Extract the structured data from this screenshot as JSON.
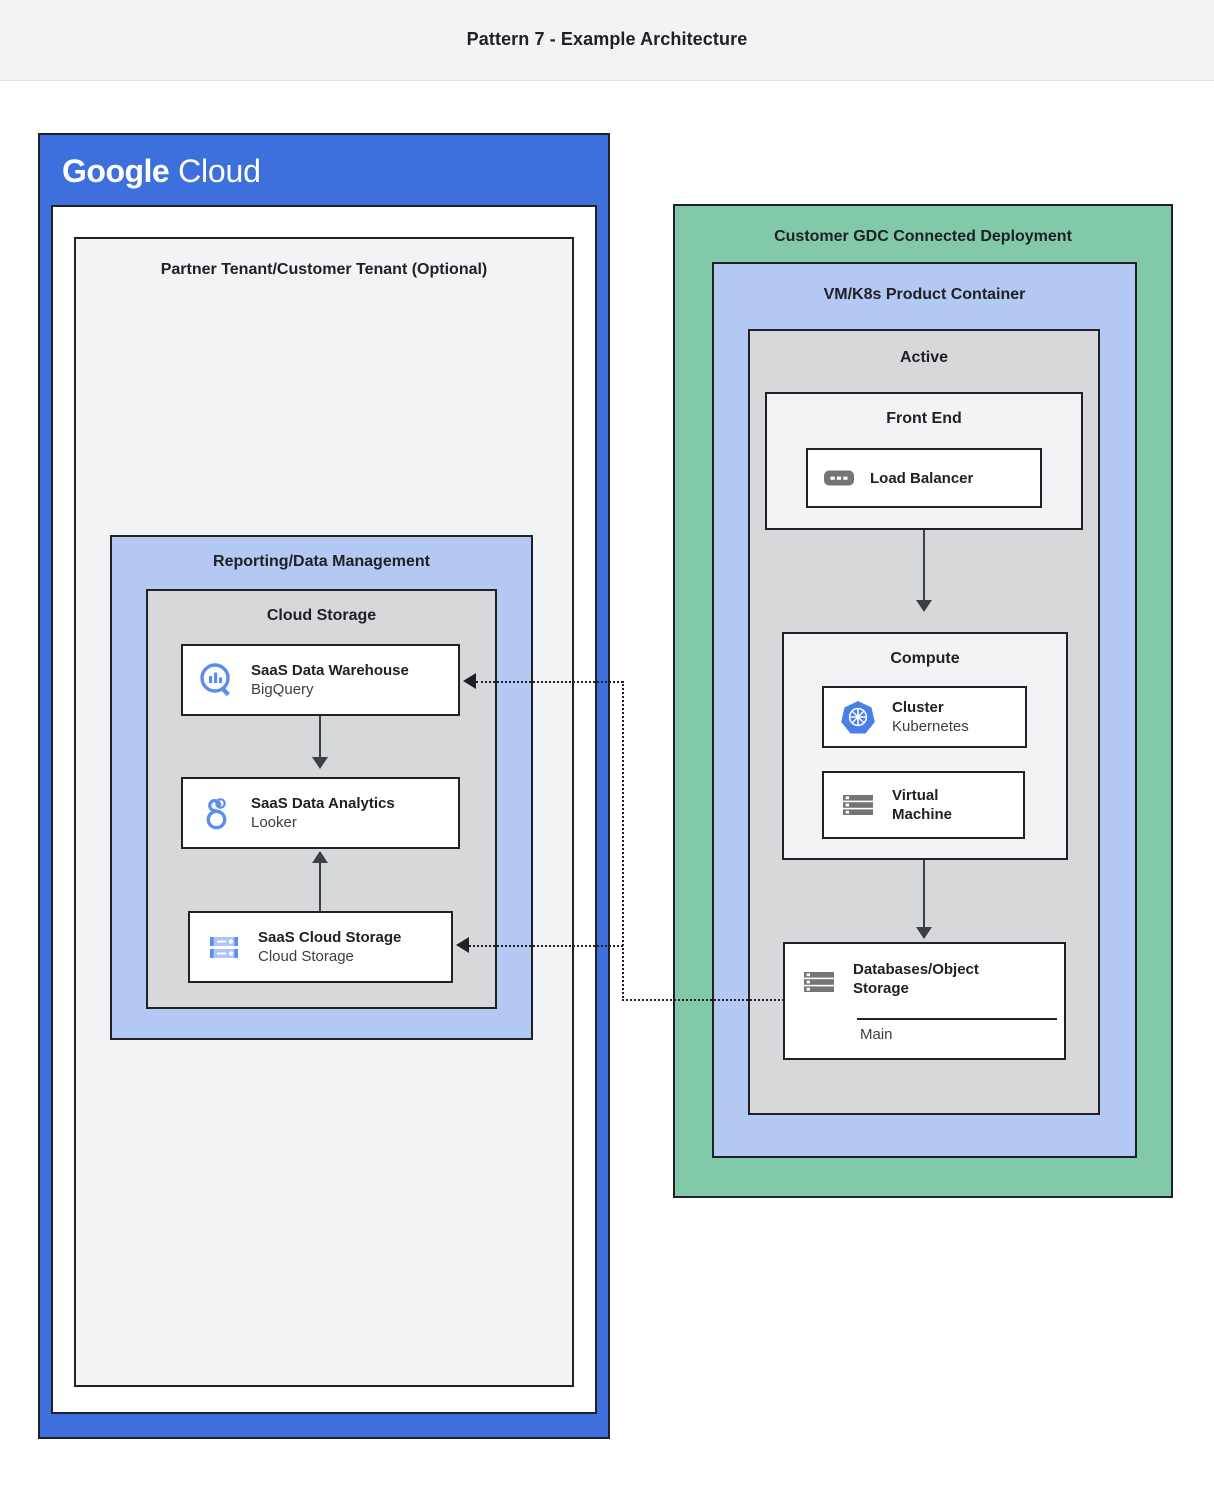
{
  "header": {
    "title": "Pattern 7 - Example Architecture"
  },
  "colors": {
    "google_blue": "#3d6fdd",
    "light_blue": "#b3c8f2",
    "green": "#81c9a8",
    "gray": "#d6d8da",
    "light_gray": "#f1f3f4",
    "outline": "#202124"
  },
  "google_cloud": {
    "logo_google": "Google",
    "logo_cloud": "Cloud",
    "tenant": {
      "title": "Partner Tenant/Customer Tenant (Optional)"
    },
    "reporting": {
      "title": "Reporting/Data Management",
      "cloud_storage": {
        "title": "Cloud Storage",
        "services": [
          {
            "icon": "bigquery-icon",
            "name": "SaaS Data Warehouse",
            "product": "BigQuery"
          },
          {
            "icon": "looker-icon",
            "name": "SaaS Data Analytics",
            "product": "Looker"
          },
          {
            "icon": "cloud-storage-icon",
            "name": "SaaS Cloud Storage",
            "product": "Cloud Storage"
          }
        ]
      }
    }
  },
  "gdc": {
    "title": "Customer GDC Connected Deployment",
    "vm_k8s": {
      "title": "VM/K8s Product Container",
      "active": {
        "title": "Active",
        "front_end": {
          "title": "Front End",
          "services": [
            {
              "icon": "load-balancer-icon",
              "name": "Load Balancer",
              "product": ""
            }
          ]
        },
        "compute": {
          "title": "Compute",
          "services": [
            {
              "icon": "kubernetes-icon",
              "name": "Cluster",
              "product": "Kubernetes"
            },
            {
              "icon": "virtual-machine-icon",
              "name": "Virtual\nMachine",
              "product": ""
            }
          ]
        },
        "database": {
          "icon": "database-icon",
          "name": "Databases/Object Storage",
          "sub_label": "Main"
        }
      }
    }
  },
  "connectors": [
    {
      "from": "databases-object-storage",
      "to": "saas-data-warehouse",
      "style": "dotted",
      "direction": "left"
    },
    {
      "from": "databases-object-storage",
      "to": "saas-cloud-storage",
      "style": "dotted",
      "direction": "left"
    }
  ],
  "flows": [
    {
      "from": "saas-data-warehouse",
      "to": "saas-data-analytics",
      "style": "solid",
      "direction": "down"
    },
    {
      "from": "saas-cloud-storage",
      "to": "saas-data-analytics",
      "style": "solid",
      "direction": "up"
    },
    {
      "from": "load-balancer",
      "to": "compute",
      "style": "solid",
      "direction": "down"
    },
    {
      "from": "compute",
      "to": "databases-object-storage",
      "style": "solid",
      "direction": "down"
    }
  ]
}
